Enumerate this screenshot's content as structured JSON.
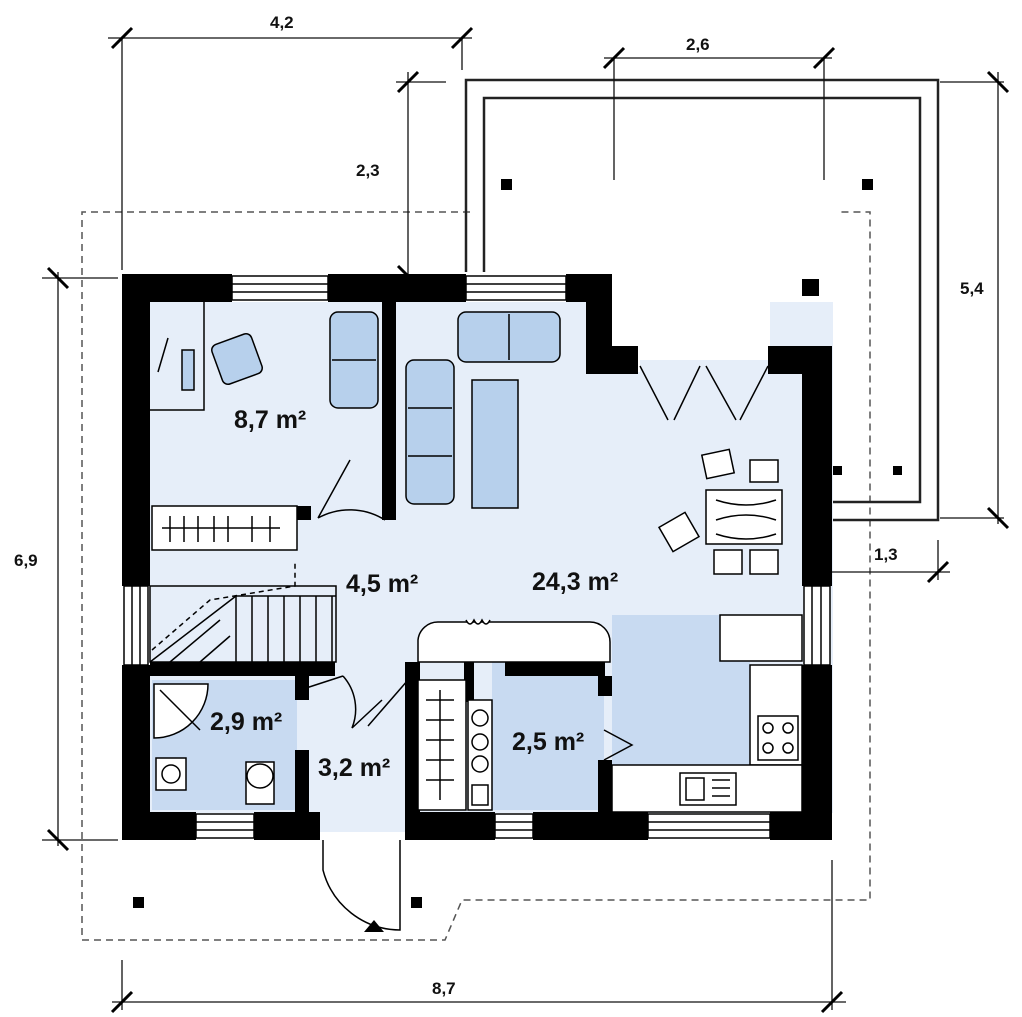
{
  "dimensions": {
    "top_left": "4,2",
    "top_right": "2,6",
    "porch_depth": "2,3",
    "right_height": "5,4",
    "left_height": "6,9",
    "terrace_offset": "1,3",
    "bottom_width": "8,7"
  },
  "rooms": {
    "office": "8,7 m²",
    "hall": "4,5 m²",
    "living": "24,3 m²",
    "bathroom": "2,9 m²",
    "vestibule": "3,2 m²",
    "boiler": "2,5 m²"
  },
  "colors": {
    "wall": "#000000",
    "room_fill": "#e6eef9",
    "furniture": "#b7d0ec",
    "dim_line": "#111111",
    "dashed": "#555555"
  }
}
